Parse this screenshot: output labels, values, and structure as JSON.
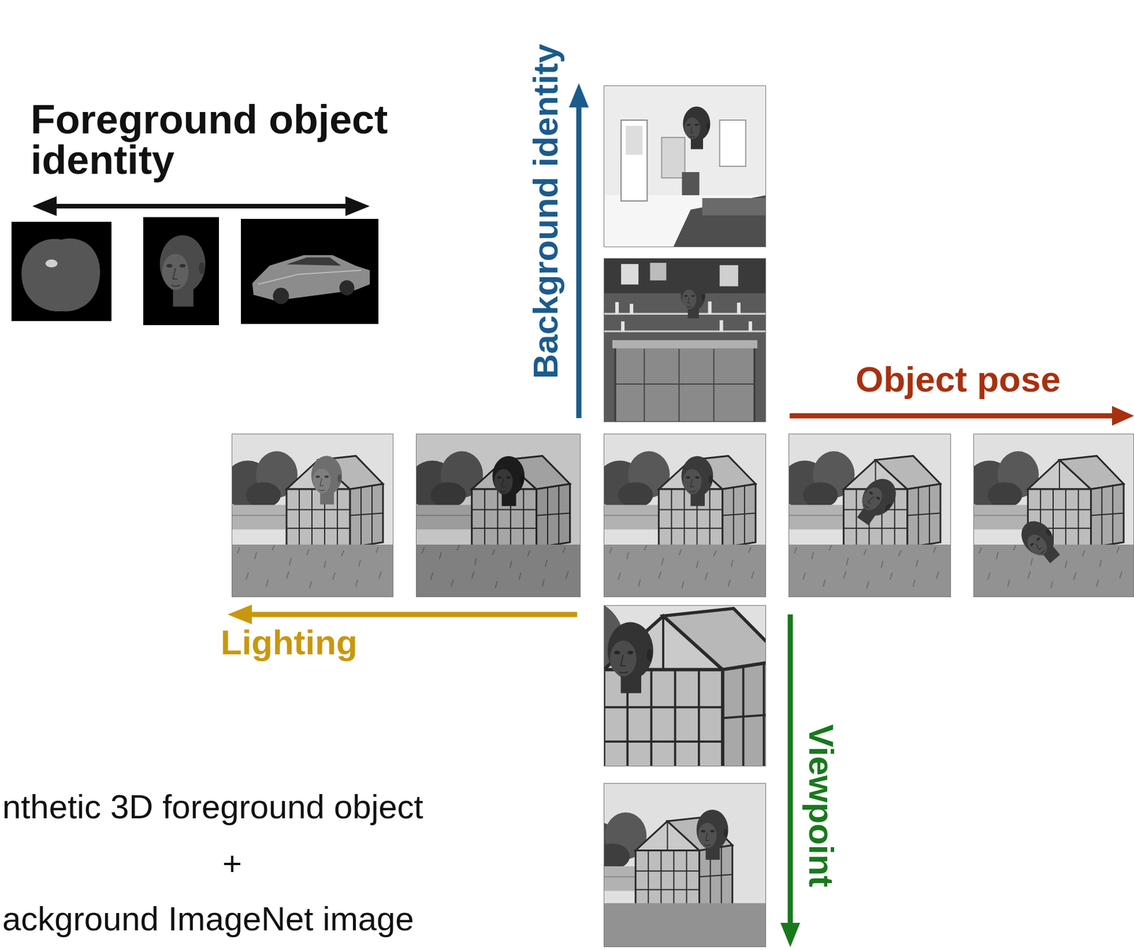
{
  "diagram": {
    "labels": [
      "Foreground object identity",
      "Background identity",
      "Object pose",
      "Lighting",
      "Viewpoint",
      "nthetic 3D foreground object",
      "+",
      "ackground ImageNet image"
    ]
  }
}
